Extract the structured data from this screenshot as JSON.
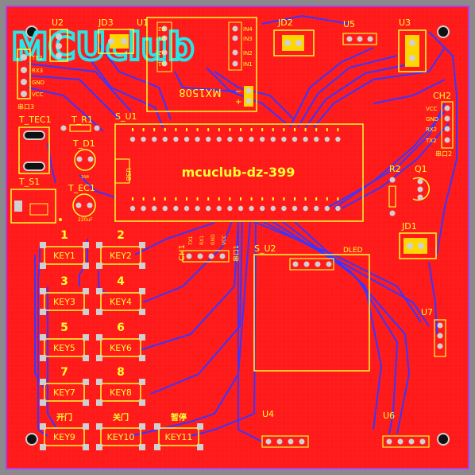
{
  "logo_text": "MCUclub",
  "colors": {
    "board": "#ff1a1a",
    "outline": "#b03cff",
    "silk": "#ffff33",
    "trace": "#3b35ff",
    "pad": "#d0d0d0",
    "logo": "#27e6e6",
    "background": "#8a8a8a"
  },
  "mcu_label": "mcuclub-dz-399",
  "su1_label": "S_U1",
  "su2_label": "S_U2",
  "usb_label": "USB",
  "top_module_text": "MX1508",
  "plus_sign": "+",
  "minus_sign": "−",
  "dled_label": "DLED",
  "ref": {
    "u2": "U2",
    "jd3": "JD3",
    "u1": "U1",
    "jd2": "JD2",
    "u5": "U5",
    "u3": "U3",
    "ch2": "CH2",
    "ch1": "CH1",
    "t_tec1": "T_TEC1",
    "t_r1": "T_R1",
    "t_d1": "T_D1",
    "t_s1": "T_S1",
    "t_ec1": "T_EC1",
    "r2": "R2",
    "q1": "Q1",
    "jd1": "JD1",
    "u7": "U7",
    "u4": "U4",
    "u6": "U6"
  },
  "u2_pins": [
    "TX2",
    "RX3",
    "GND",
    "VCC"
  ],
  "u2_bottom": "串口3",
  "ch2_pins": [
    "VCC",
    "GND",
    "RX2",
    "TX2"
  ],
  "ch2_bottom": "串口2",
  "ch1_pins": [
    "TX1",
    "RX1",
    "GND",
    "VCC"
  ],
  "ch1_side": "串口1",
  "mx_pins_left": [
    "B2",
    "B1",
    "A2",
    "A1"
  ],
  "mx_pins_right": [
    "IN4",
    "IN3",
    "IN2",
    "IN1"
  ],
  "ec1_value": "220uF",
  "d1_value": "1N4",
  "keys": [
    {
      "num": "1",
      "label": "KEY1"
    },
    {
      "num": "2",
      "label": "KEY2"
    },
    {
      "num": "3",
      "label": "KEY3"
    },
    {
      "num": "4",
      "label": "KEY4"
    },
    {
      "num": "5",
      "label": "KEY5"
    },
    {
      "num": "6",
      "label": "KEY6"
    },
    {
      "num": "7",
      "label": "KEY7"
    },
    {
      "num": "8",
      "label": "KEY8"
    },
    {
      "num": "开门",
      "label": "KEY9"
    },
    {
      "num": "关门",
      "label": "KEY10"
    },
    {
      "num": "暂停",
      "label": "KEY11"
    }
  ]
}
